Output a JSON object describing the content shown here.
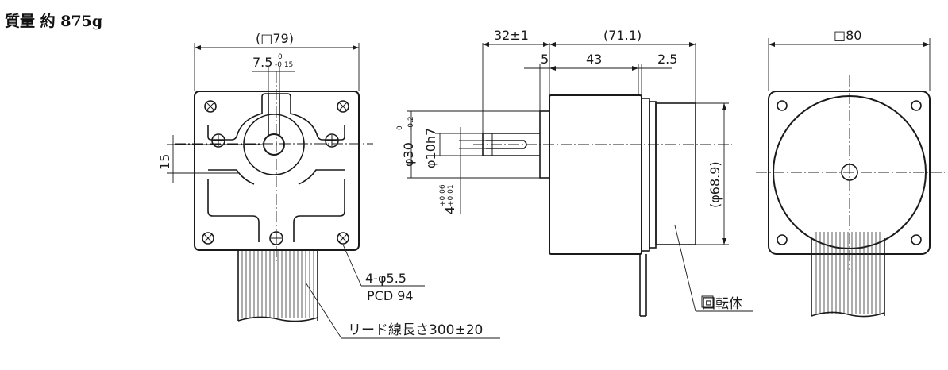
{
  "title": "質量 約 875g",
  "front_view": {
    "width": "(□79)",
    "key_width": "7.5",
    "key_tol_upper": "0",
    "key_tol_lower": "-0.15",
    "key_height": "15",
    "holes": "4-φ5.5",
    "pcd": "PCD 94"
  },
  "side_view": {
    "shaft_length": "32±1",
    "body_length": "(71.1)",
    "flange": "5",
    "dim_43": "43",
    "dim_2_5": "2.5",
    "outer_dia": "φ30",
    "outer_tol_upper": "0",
    "outer_tol_lower": "-0.2",
    "shaft_dia": "φ10h7",
    "key_w": "4",
    "key_tol_upper": "+0.06",
    "key_tol_lower": "+0.01",
    "rotor_dia": "(φ68.9)",
    "rotor_label": "回転体"
  },
  "rear_view": {
    "width": "□80"
  },
  "lead": "リード線長さ300±20"
}
